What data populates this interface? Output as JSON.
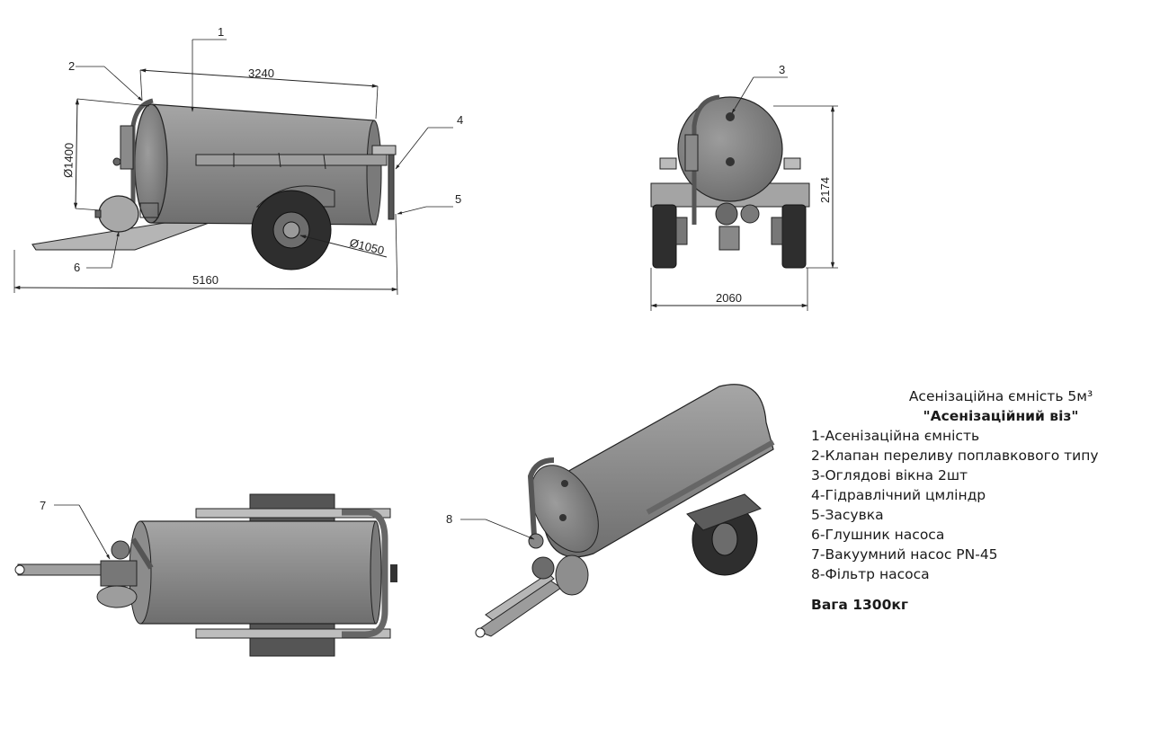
{
  "dimensions": {
    "length_tank": "3240",
    "diameter_tank": "Ø1400",
    "length_total": "5160",
    "diameter_wheel": "Ø1050",
    "height_total": "2174",
    "width_total": "2060"
  },
  "callouts": [
    "1",
    "2",
    "3",
    "4",
    "5",
    "6",
    "7",
    "8"
  ],
  "legend": {
    "title": "Асенізаційна ємність 5м³",
    "subtitle": "\"Асенізаційний віз\"",
    "items": [
      "1-Асенізаційна ємність",
      "2-Клапан переливу поплавкового типу",
      "3-Оглядові вікна 2шт",
      "4-Гідравлічний цмліндр",
      "5-Засувка",
      "6-Глушник насоса",
      "7-Вакуумний насос PN-45",
      "8-Фільтр насоса"
    ],
    "weight": "Вага 1300кг"
  },
  "colors": {
    "metal": "#8f8f8f",
    "metal_dark": "#5a5a5a",
    "tire": "#2e2e2e",
    "line": "#1a1a1a"
  }
}
